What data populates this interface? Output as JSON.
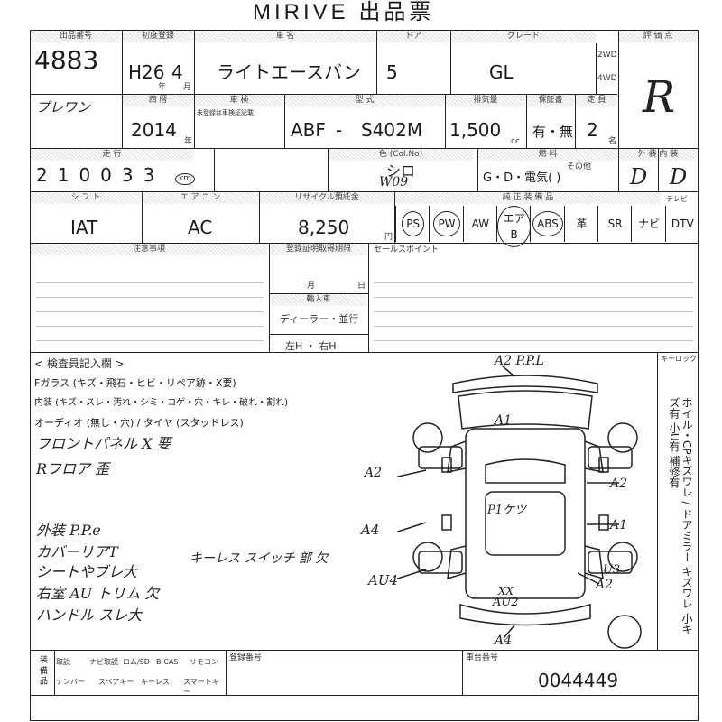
{
  "sheet": {
    "title": "MIRIVE 出品票"
  },
  "headers": {
    "lot_no": "出品番号",
    "first_reg": "初度登録",
    "car_name": "車 名",
    "doors": "ドア",
    "grade": "グレード",
    "score": "評 価 点",
    "model_year": "西 暦",
    "inspection": "車 検",
    "inspection_note": "未登録は車検証記載",
    "model_type": "型 式",
    "displacement": "排気量",
    "warranty": "保証書",
    "capacity": "定 員",
    "mileage": "走 行",
    "color": "色 (Col.No)",
    "fuel": "燃 料",
    "exterior_interior": "外 装 内 装",
    "shift": "シ フ ト",
    "aircon": "エ ア コ ン",
    "recycle": "リサイクル預託金",
    "options": "純 正 装 備 品",
    "warning": "注意事項",
    "history": "登録証明取得期限",
    "selling_points": "セールスポイント",
    "keyless": "キーロック",
    "tv": "テレビ"
  },
  "vehicle": {
    "lot_number": "4883",
    "era_year": "H26",
    "month": "4",
    "nen": "年",
    "tsuki": "月",
    "car_name": "ライトエースバン",
    "doors": "5",
    "grade": "GL",
    "drive_2wd": "2WD",
    "drive_4wd": "4WD",
    "score": "R",
    "maker_note": "プレワン",
    "year": "2014",
    "model_prefix": "ABF",
    "model_dash": "-",
    "model_code": "S402M",
    "displacement": "1,500",
    "cc": "cc",
    "warranty": "有・無",
    "capacity": "2",
    "capacity_unit": "名",
    "mileage": "210033",
    "mileage_unit": "km",
    "color": "シロ",
    "color_code": "W09",
    "fuel": "G・D・電気(        )",
    "fuel_other": "その他",
    "exterior_grade": "D",
    "interior_grade": "D",
    "shift": "IAT",
    "aircon": "AC",
    "recycle": "8,250",
    "recycle_unit": "円"
  },
  "options": [
    "PS",
    "PW",
    "AW",
    "エアB",
    "ABS",
    "革",
    "SR",
    "ナビ",
    "DTV"
  ],
  "history_box": {
    "month": "月",
    "day": "日",
    "import_label": "輸入車",
    "import_type": "ディーラー・並行",
    "handle": "左H ・ 右H"
  },
  "inspector": {
    "title": "< 検査員記入欄 >",
    "line1": "Fガラス (キズ・飛石・ヒビ・リペア跡・X要)",
    "line2": "内装 (キズ・スレ・汚れ・シミ・コゲ・穴・キレ・破れ・割れ)",
    "line3": "オーディオ (無し・穴) / タイヤ (スタッドレス)",
    "notes": [
      "フロントパネル X 要",
      "Rフロア 歪",
      "外装 P.P.e",
      "カバーリアT",
      "シートやブレ大",
      "右室 AU トリム 欠",
      "ハンドル スレ大"
    ],
    "keyless_note": "キーレス スイッチ 部 欠"
  },
  "diagram": {
    "marks": {
      "top": "A2 P.P.L",
      "hood": "A1",
      "left_front": "A2",
      "left_mid": "A4",
      "left_rear": "AU4",
      "right_front": "A2",
      "right_mid": "A1",
      "right_rear1": "U3",
      "right_rear2": "A2",
      "roof": "P1ケツ",
      "bottom_xx": "XX",
      "bottom1": "AU2",
      "bottom2": "A4"
    }
  },
  "side_checklist": "ホイル・CPキズワレ / ドアミラー キズワレ 小キズ有 小U有 補修有",
  "footer": {
    "labels": [
      "取説",
      "ナビ取説",
      "ロム/SD",
      "B-CAS",
      "リモコン",
      "ナンバー",
      "スペアキー",
      "キーレス",
      "スマートキー"
    ],
    "reg_no_label": "登録番号",
    "chassis_label": "車台番号",
    "chassis_no": "0044449",
    "side_label": "装 備 品"
  }
}
